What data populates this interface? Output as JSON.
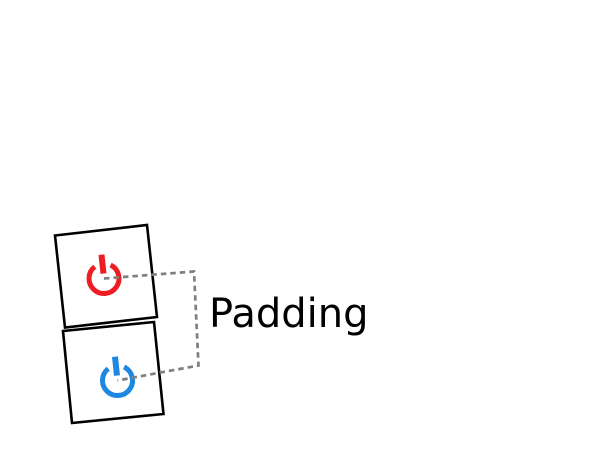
{
  "canvas": {
    "background": "#ffffff"
  },
  "label": {
    "text": "Padding",
    "color": "#000000"
  },
  "leader": {
    "color": "#7f7f7f"
  },
  "squares": {
    "stroke_color": "#000000",
    "fill_color": "#ffffff"
  },
  "icons": {
    "top_power": {
      "name": "power-icon-red",
      "color": "#ee1c23"
    },
    "bottom_power": {
      "name": "power-icon-blue",
      "color": "#1e87e1"
    }
  }
}
